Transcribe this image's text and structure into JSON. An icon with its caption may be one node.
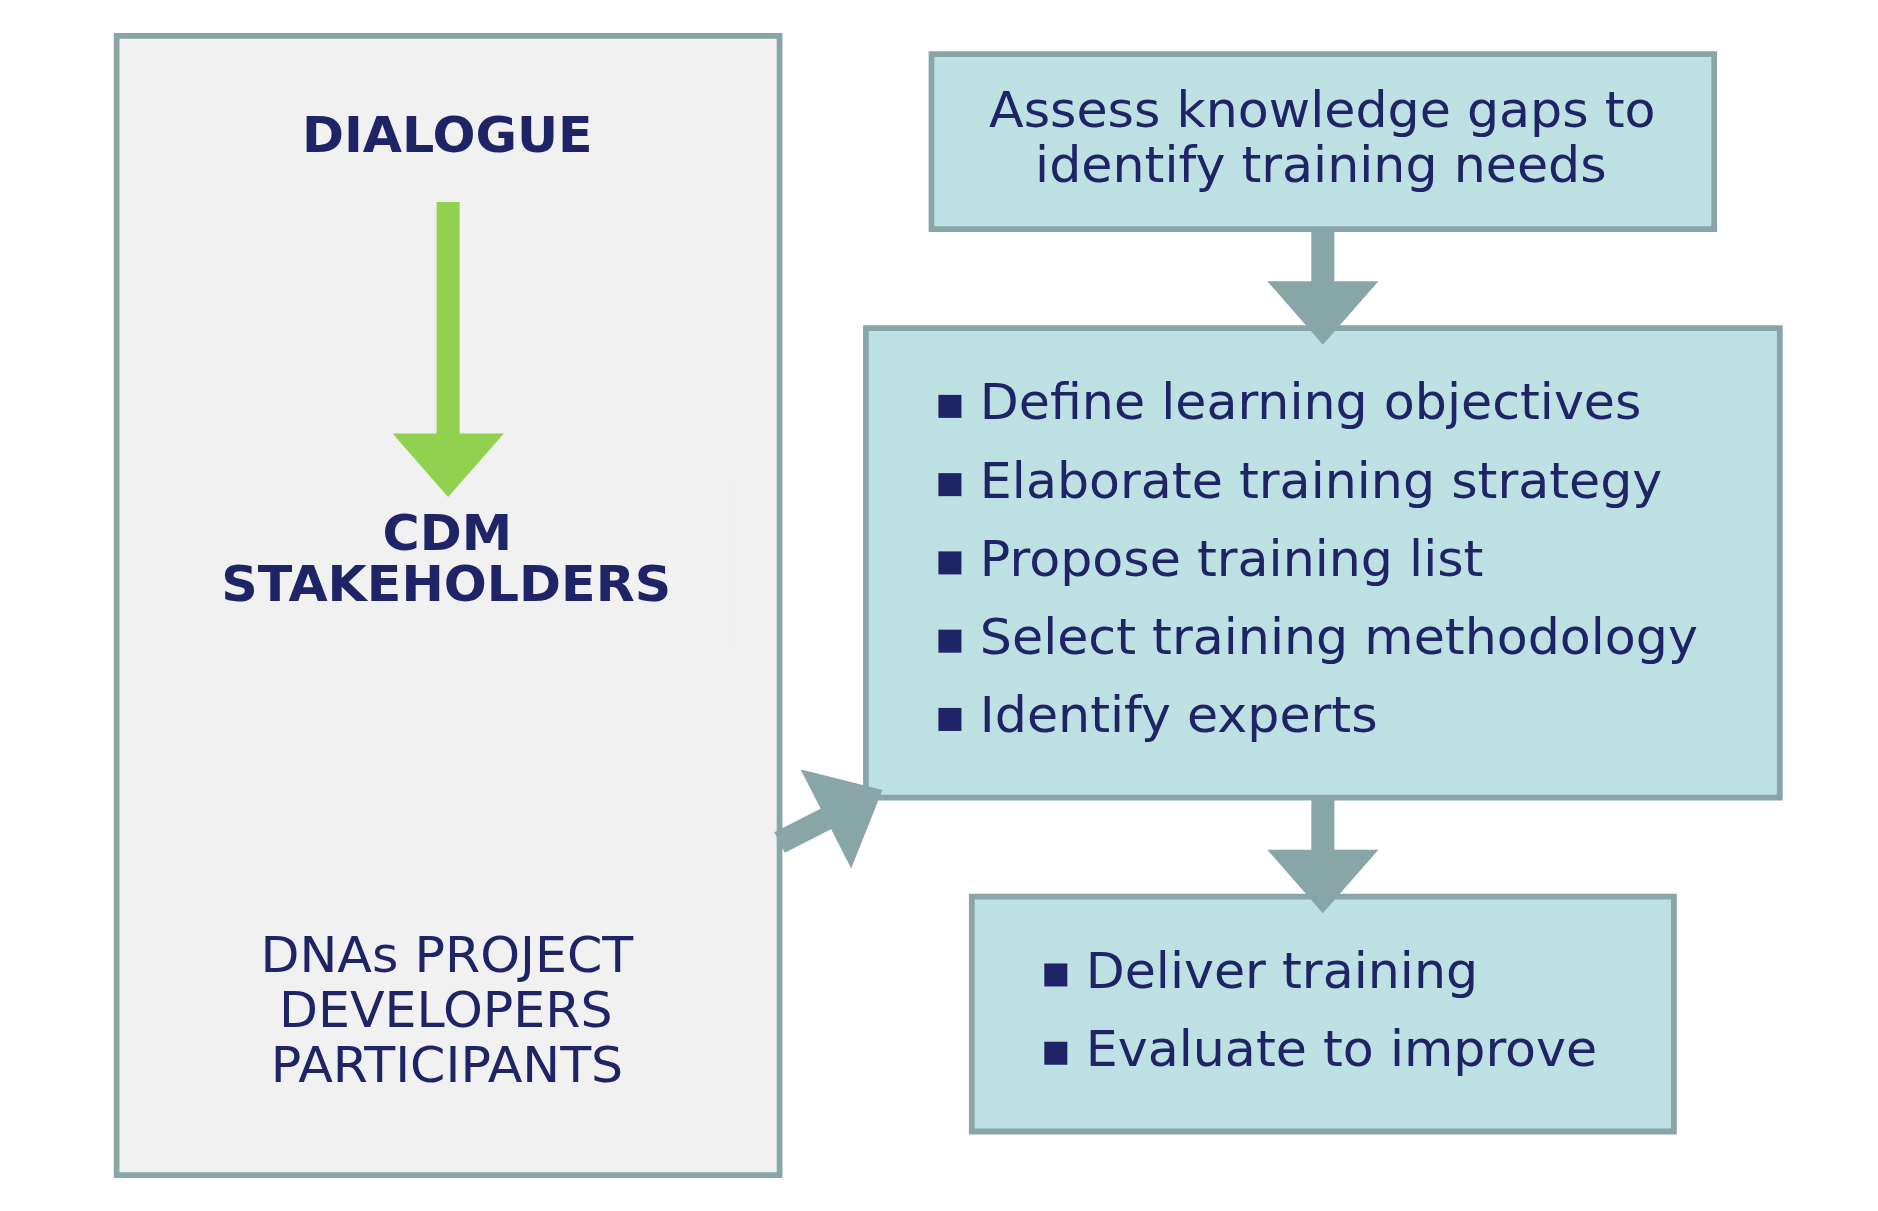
{
  "diagram": {
    "nodes": [
      {
        "text": [],
        "shape": "box"
      },
      {
        "text": [
          "DIALOGUE"
        ],
        "in": 0
      },
      {
        "text": [
          "CDM STAKEHOLDERS"
        ],
        "in": 0
      },
      {
        "text": [
          "DNAs PROJECT DEVELOPERS PARTICIPANTS"
        ],
        "in": 0
      },
      {
        "text": [
          "Assess knowledge gaps to identify training needs"
        ]
      },
      {
        "text": [
          "Define learning objectives",
          "Elaborate training strategy",
          "Propose training list",
          "Select training methodology",
          "Identify experts"
        ]
      },
      {
        "text": [
          "Deliver training",
          "Evaluate to improve"
        ]
      }
    ],
    "edges": [
      {
        "from": 1,
        "to": 2,
        "arrow": "to",
        "color": "#92d050"
      },
      {
        "from": 0,
        "to": 5,
        "arrow": "to"
      },
      {
        "from": 4,
        "to": 5,
        "arrow": "to"
      },
      {
        "from": 5,
        "to": 6,
        "arrow": "to"
      }
    ]
  }
}
